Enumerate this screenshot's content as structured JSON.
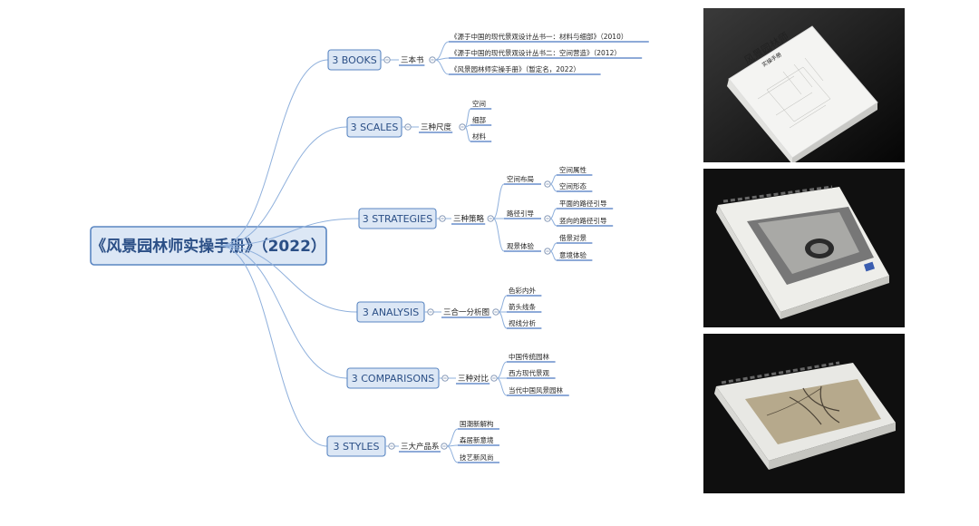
{
  "central": {
    "label": "《风景园林师实操手册》（2022）"
  },
  "branches": [
    {
      "label": "3 BOOKS",
      "sub": "三本书",
      "leaves": [
        "《源于中国的现代景观设计丛书一：材料与细部》（2010）",
        "《源于中国的现代景观设计丛书二：空间营造》（2012）",
        "《风景园林师实操手册》（暂定名，2022）"
      ]
    },
    {
      "label": "3 SCALES",
      "sub": "三种尺度",
      "leaves": [
        "空间",
        "细部",
        "材料"
      ]
    },
    {
      "label": "3 STRATEGIES",
      "sub": "三种策略",
      "groups": [
        {
          "label": "空间布局",
          "leaves": [
            "空间属性",
            "空间形态"
          ]
        },
        {
          "label": "路径引导",
          "leaves": [
            "平面的路径引导",
            "竖向的路径引导"
          ]
        },
        {
          "label": "观景体验",
          "leaves": [
            "借景对景",
            "意境体验"
          ]
        }
      ]
    },
    {
      "label": "3 ANALYSIS",
      "sub": "三合一分析图",
      "leaves": [
        "色彩内外",
        "箭头线条",
        "视线分析"
      ]
    },
    {
      "label": "3 COMPARISONS",
      "sub": "三种对比",
      "leaves": [
        "中国传统园林",
        "西方现代景观",
        "当代中国风景园林"
      ]
    },
    {
      "label": "3 STYLES",
      "sub": "三大产品系",
      "leaves": [
        "国潮新解构",
        "森居新意境",
        "技艺新风尚"
      ]
    }
  ],
  "photos": {
    "book1_cover_title": "风景园林师",
    "book1_cover_subtitle": "实操手册"
  },
  "colors": {
    "node_fill": "#dce7f5",
    "node_border": "#5a86c2",
    "connector": "#8fb0dc",
    "underline": "#4a78c0"
  }
}
